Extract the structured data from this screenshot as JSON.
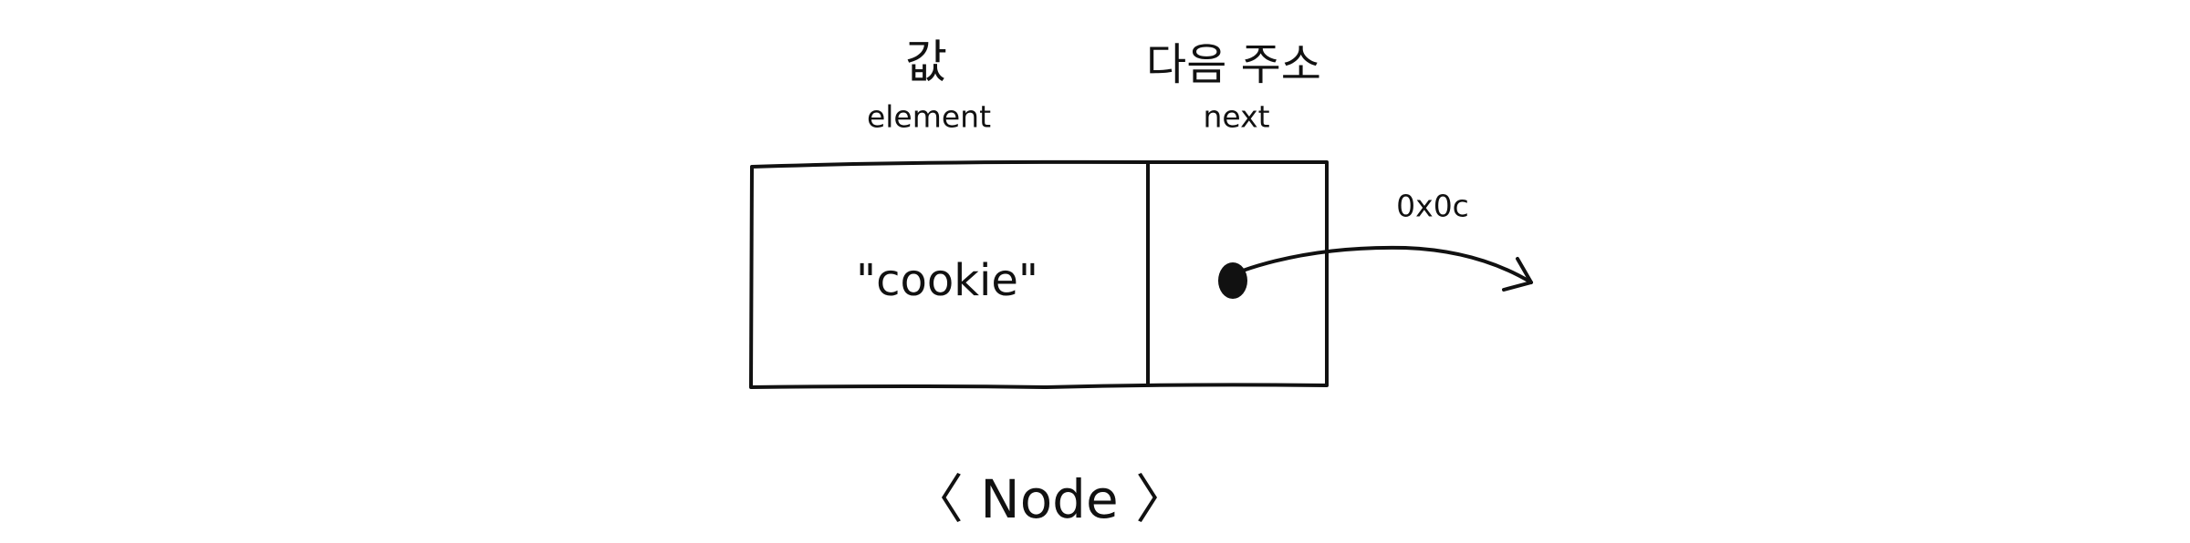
{
  "labels": {
    "value_ko": "값",
    "value_en": "element",
    "next_ko": "다음 주소",
    "next_en": "next"
  },
  "node": {
    "element_value": "\"cookie\"",
    "next_address": "0x0c"
  },
  "caption": "〈 Node 〉"
}
